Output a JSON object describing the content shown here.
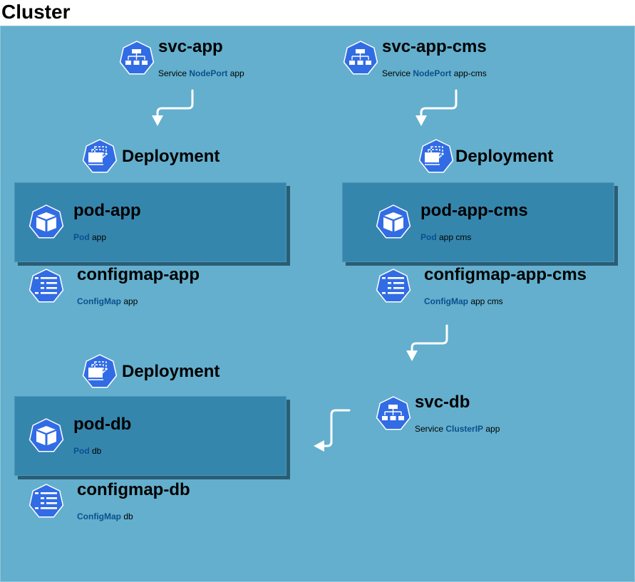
{
  "cluster": {
    "title": "Cluster"
  },
  "colors": {
    "cluster_bg": "#63afcd",
    "pod_bg": "#3586ad",
    "icon_bg": "#326ce5",
    "kind_text": "#0b4f8f",
    "arrow": "#ffffff"
  },
  "services": [
    {
      "name": "svc-app",
      "prefix": "Service ",
      "kind": "NodePort",
      "suffix": " app",
      "icon": "service-icon"
    },
    {
      "name": "svc-app-cms",
      "prefix": "Service ",
      "kind": "NodePort",
      "suffix": " app-cms",
      "icon": "service-icon"
    },
    {
      "name": "svc-db",
      "prefix": "Service ",
      "kind": "ClusterIP",
      "suffix": " app",
      "icon": "service-icon"
    }
  ],
  "deployments": [
    {
      "label": "Deployment",
      "icon": "deployment-icon"
    },
    {
      "label": "Deployment",
      "icon": "deployment-icon"
    },
    {
      "label": "Deployment",
      "icon": "deployment-icon"
    }
  ],
  "pods": [
    {
      "name": "pod-app",
      "kind": "Pod",
      "suffix": " app",
      "icon": "pod-icon"
    },
    {
      "name": "pod-app-cms",
      "kind": "Pod",
      "suffix": " app cms",
      "icon": "pod-icon"
    },
    {
      "name": "pod-db",
      "kind": "Pod",
      "suffix": " db",
      "icon": "pod-icon"
    }
  ],
  "configmaps": [
    {
      "name": "configmap-app",
      "kind": "ConfigMap",
      "suffix": " app",
      "icon": "configmap-icon"
    },
    {
      "name": "configmap-app-cms",
      "kind": "ConfigMap",
      "suffix": " app cms",
      "icon": "configmap-icon"
    },
    {
      "name": "configmap-db",
      "kind": "ConfigMap",
      "suffix": " db",
      "icon": "configmap-icon"
    }
  ]
}
